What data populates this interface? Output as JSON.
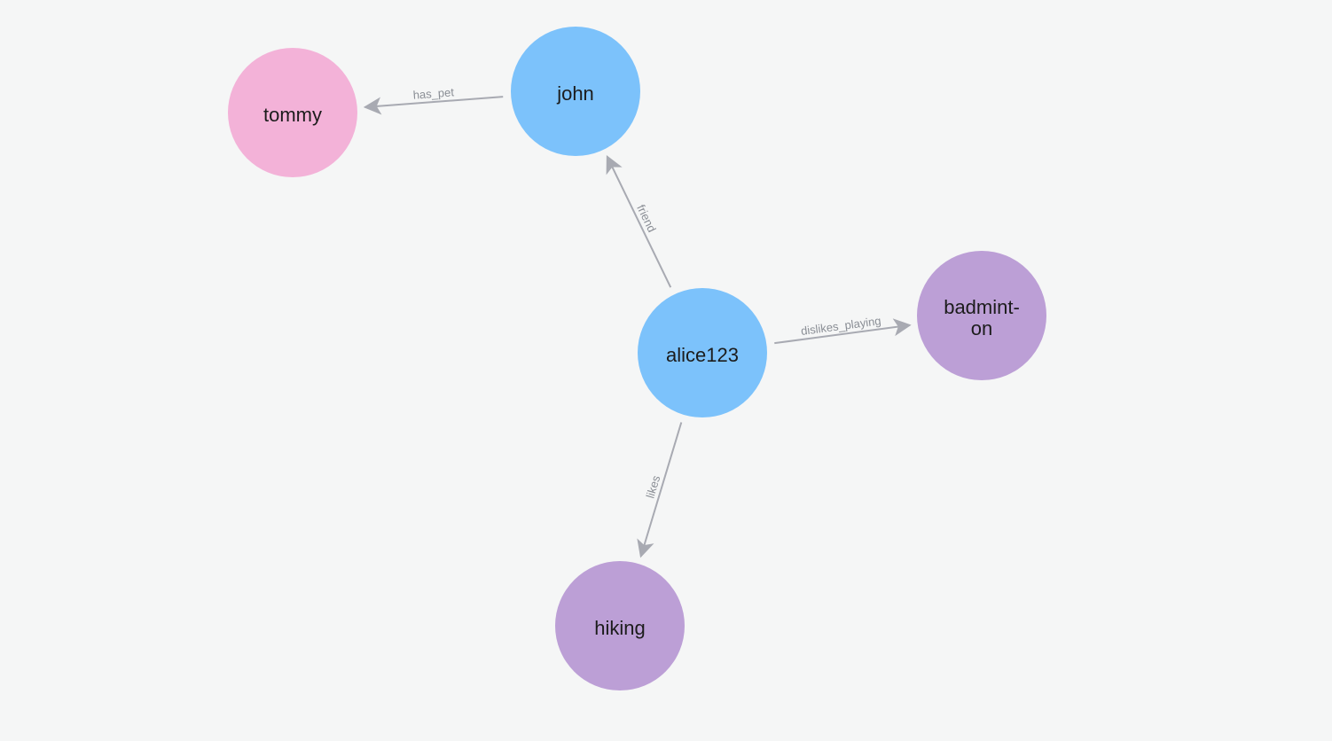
{
  "colors": {
    "background": "#f5f6f6",
    "person": "#7cc2fb",
    "pet": "#f3b2d8",
    "activity": "#bc9fd6",
    "edge": "#a8aab2",
    "edge_text": "#8a8e95",
    "node_text": "#1c1c1c"
  },
  "nodes": [
    {
      "id": "tommy",
      "label": "tommy",
      "category": "pet"
    },
    {
      "id": "john",
      "label": "john",
      "category": "person"
    },
    {
      "id": "alice123",
      "label": "alice123",
      "category": "person"
    },
    {
      "id": "badminton",
      "label": "badmint-\non",
      "category": "activity"
    },
    {
      "id": "hiking",
      "label": "hiking",
      "category": "activity"
    }
  ],
  "edges": [
    {
      "id": "has-pet",
      "source": "john",
      "target": "tommy",
      "label": "has_pet"
    },
    {
      "id": "friend",
      "source": "alice123",
      "target": "john",
      "label": "friend"
    },
    {
      "id": "dislikes-playing",
      "source": "alice123",
      "target": "badminton",
      "label": "dislikes_playing"
    },
    {
      "id": "likes",
      "source": "alice123",
      "target": "hiking",
      "label": "likes"
    }
  ]
}
